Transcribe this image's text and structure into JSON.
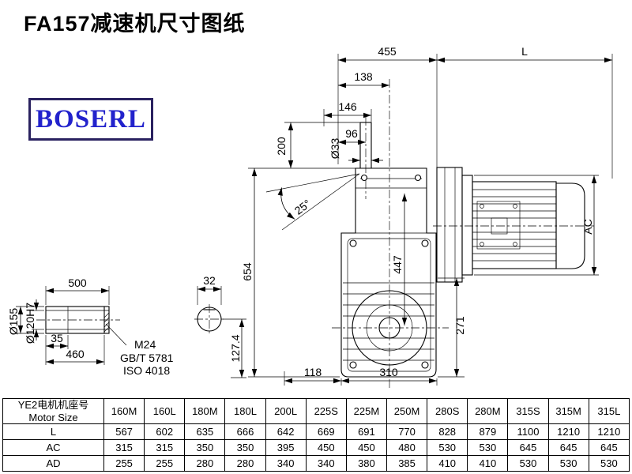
{
  "page": {
    "title": "FA157减速机尺寸图纸",
    "logo": "BOSERL"
  },
  "colors": {
    "line": "#000000",
    "logo_text": "#2222cc",
    "logo_border": "#2a2260"
  },
  "dims": {
    "d455": "455",
    "dL": "L",
    "d138": "138",
    "d146": "146",
    "d96": "96",
    "d33": "Ø33",
    "d200": "200",
    "d25": "25°",
    "d654": "654",
    "d447": "447",
    "d271": "271",
    "dAC": "AC",
    "d118": "118",
    "d310": "310",
    "d500": "500",
    "d35": "35",
    "d460": "460",
    "d155": "Ø155",
    "d120": "Ø120H7",
    "m24": "M24",
    "gb": "GB/T 5781",
    "iso": "ISO 4018",
    "d32": "32",
    "d127": "127.4"
  },
  "table": {
    "header_cn": "YE2电机机座号",
    "header_en": "Motor Size",
    "columns": [
      "160M",
      "160L",
      "180M",
      "180L",
      "200L",
      "225S",
      "225M",
      "250M",
      "280S",
      "280M",
      "315S",
      "315M",
      "315L"
    ],
    "rows": [
      {
        "label": "L",
        "values": [
          "567",
          "602",
          "635",
          "666",
          "642",
          "669",
          "691",
          "770",
          "828",
          "879",
          "1100",
          "1210",
          "1210"
        ]
      },
      {
        "label": "AC",
        "values": [
          "315",
          "315",
          "350",
          "350",
          "395",
          "450",
          "450",
          "480",
          "530",
          "530",
          "645",
          "645",
          "645"
        ]
      },
      {
        "label": "AD",
        "values": [
          "255",
          "255",
          "280",
          "280",
          "340",
          "340",
          "380",
          "385",
          "410",
          "410",
          "530",
          "530",
          "530"
        ]
      }
    ]
  }
}
